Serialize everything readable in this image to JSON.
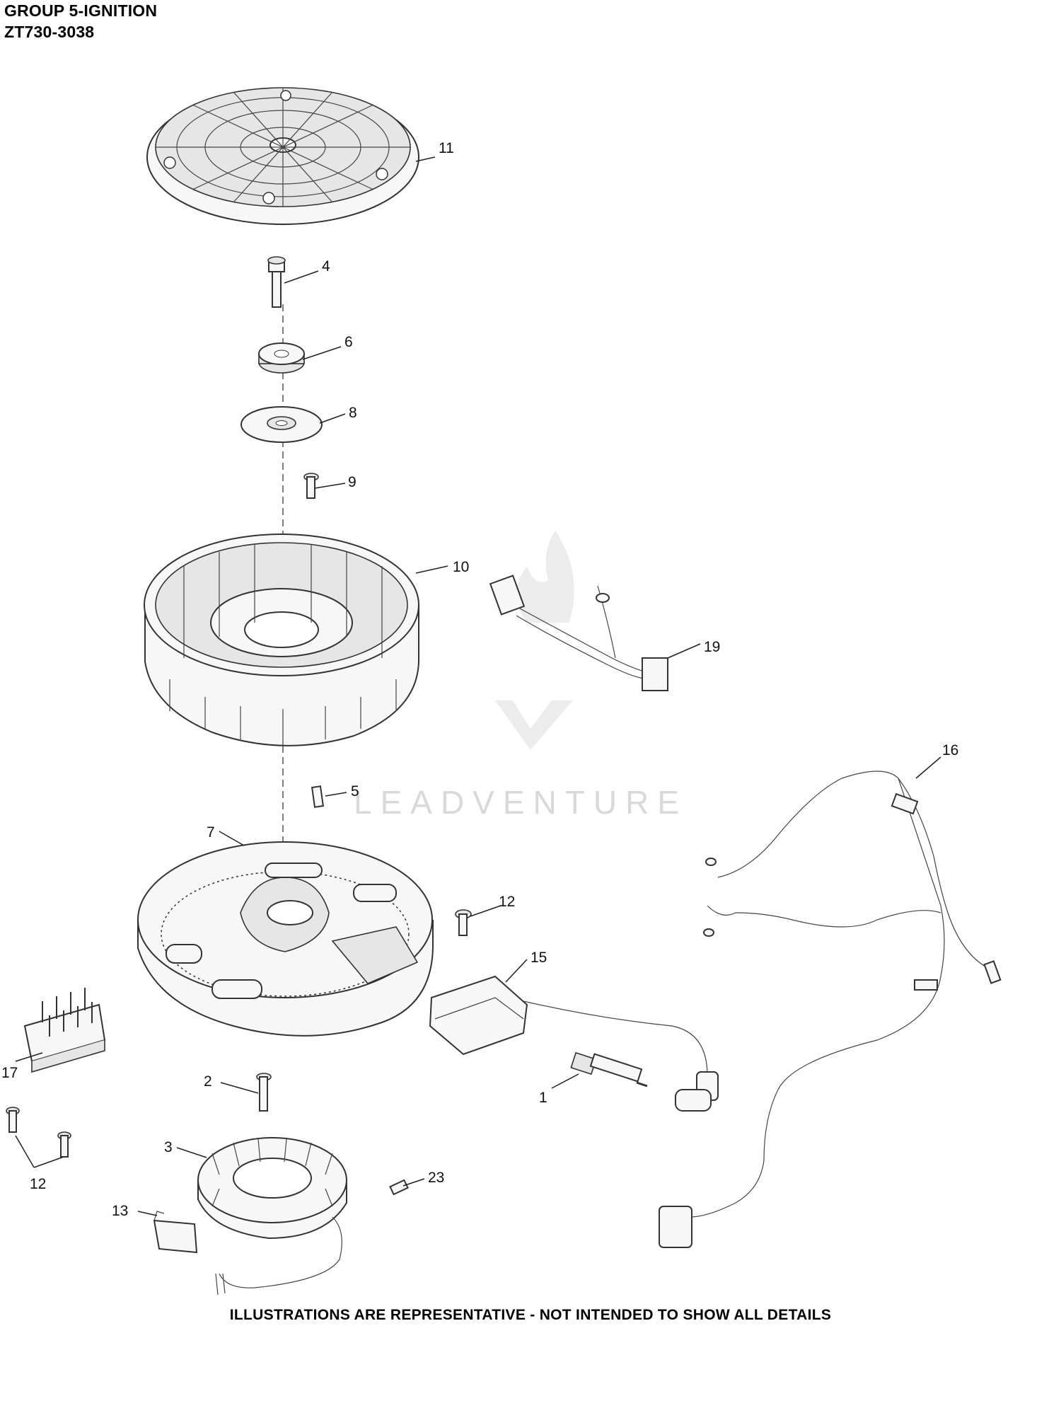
{
  "header": {
    "title": "GROUP 5-IGNITION",
    "model": "ZT730-3038"
  },
  "footer": {
    "note": "ILLUSTRATIONS ARE REPRESENTATIVE - NOT INTENDED TO SHOW ALL DETAILS"
  },
  "watermark": {
    "text": "LEADVENTURE"
  },
  "callouts": {
    "c1": "1",
    "c2": "2",
    "c3": "3",
    "c4": "4",
    "c5": "5",
    "c6": "6",
    "c7": "7",
    "c8": "8",
    "c9": "9",
    "c10": "10",
    "c11": "11",
    "c12a": "12",
    "c12b": "12",
    "c13": "13",
    "c15": "15",
    "c16": "16",
    "c17": "17",
    "c19": "19",
    "c23": "23"
  }
}
